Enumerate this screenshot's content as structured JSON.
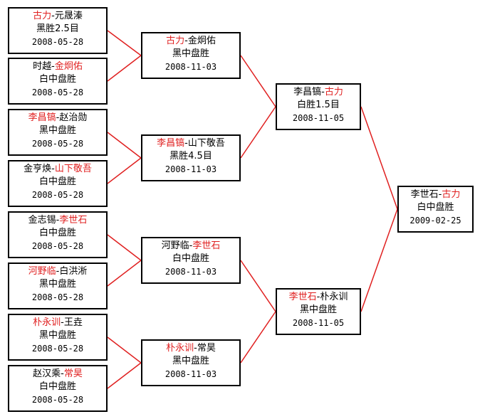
{
  "colors": {
    "winner": "#e02020",
    "line": "#e02020",
    "box_border": "#000000"
  },
  "rounds": [
    {
      "round": 1,
      "matches": [
        {
          "players": [
            {
              "name": "古力",
              "winner": true
            },
            {
              "name": "元晟溱",
              "winner": false
            }
          ],
          "sep": "-",
          "result": "黑胜2.5目",
          "date": "2008-05-28"
        },
        {
          "players": [
            {
              "name": "时越",
              "winner": false
            },
            {
              "name": "金炯佑",
              "winner": true
            }
          ],
          "sep": "-",
          "result": "白中盘胜",
          "date": "2008-05-28"
        },
        {
          "players": [
            {
              "name": "李昌镐",
              "winner": true
            },
            {
              "name": "赵治勋",
              "winner": false
            }
          ],
          "sep": "-",
          "result": "黑中盘胜",
          "date": "2008-05-28"
        },
        {
          "players": [
            {
              "name": "金亨焕",
              "winner": false
            },
            {
              "name": "山下敬吾",
              "winner": true
            }
          ],
          "sep": "-",
          "result": "白中盘胜",
          "date": "2008-05-28"
        },
        {
          "players": [
            {
              "name": "金志锡",
              "winner": false
            },
            {
              "name": "李世石",
              "winner": true
            }
          ],
          "sep": "-",
          "result": "白中盘胜",
          "date": "2008-05-28"
        },
        {
          "players": [
            {
              "name": "河野临",
              "winner": true
            },
            {
              "name": "白洪淅",
              "winner": false
            }
          ],
          "sep": "-",
          "result": "黑中盘胜",
          "date": "2008-05-28"
        },
        {
          "players": [
            {
              "name": "朴永训",
              "winner": true
            },
            {
              "name": "王垚",
              "winner": false
            }
          ],
          "sep": "-",
          "result": "黑中盘胜",
          "date": "2008-05-28"
        },
        {
          "players": [
            {
              "name": "赵汉乘",
              "winner": false
            },
            {
              "name": "常昊",
              "winner": true
            }
          ],
          "sep": "-",
          "result": "白中盘胜",
          "date": "2008-05-28"
        }
      ]
    },
    {
      "round": 2,
      "matches": [
        {
          "players": [
            {
              "name": "古力",
              "winner": true
            },
            {
              "name": "金炯佑",
              "winner": false
            }
          ],
          "sep": "-",
          "result": "黑中盘胜",
          "date": "2008-11-03"
        },
        {
          "players": [
            {
              "name": "李昌镐",
              "winner": true
            },
            {
              "name": "山下敬吾",
              "winner": false
            }
          ],
          "sep": "-",
          "result": "黑胜4.5目",
          "date": "2008-11-03"
        },
        {
          "players": [
            {
              "name": "河野临",
              "winner": false
            },
            {
              "name": "李世石",
              "winner": true
            }
          ],
          "sep": "-",
          "result": "白中盘胜",
          "date": "2008-11-03"
        },
        {
          "players": [
            {
              "name": "朴永训",
              "winner": true
            },
            {
              "name": "常昊",
              "winner": false
            }
          ],
          "sep": "-",
          "result": "黑中盘胜",
          "date": "2008-11-03"
        }
      ]
    },
    {
      "round": 3,
      "matches": [
        {
          "players": [
            {
              "name": "李昌镐",
              "winner": false
            },
            {
              "name": "古力",
              "winner": true
            }
          ],
          "sep": "-",
          "result": "白胜1.5目",
          "date": "2008-11-05"
        },
        {
          "players": [
            {
              "name": "李世石",
              "winner": true
            },
            {
              "name": "朴永训",
              "winner": false
            }
          ],
          "sep": "-",
          "result": "黑中盘胜",
          "date": "2008-11-05"
        }
      ]
    },
    {
      "round": 4,
      "matches": [
        {
          "players": [
            {
              "name": "李世石",
              "winner": false
            },
            {
              "name": "古力",
              "winner": true
            }
          ],
          "sep": "-",
          "result": "白中盘胜",
          "date": "2009-02-25"
        }
      ]
    }
  ]
}
